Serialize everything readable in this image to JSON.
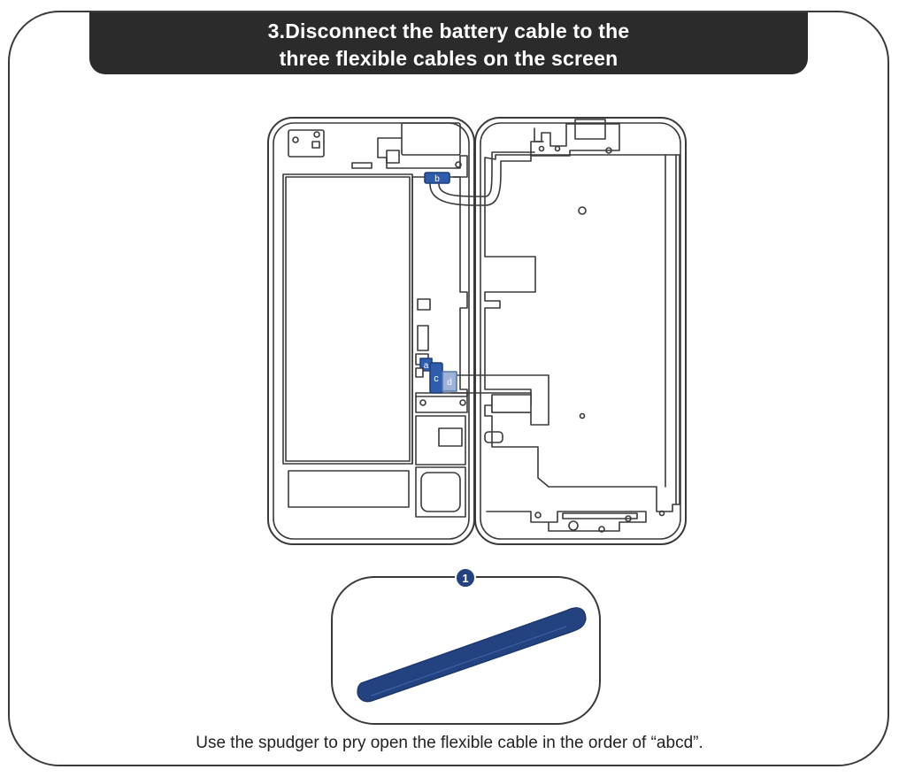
{
  "header": {
    "title_line1": "3.Disconnect the battery cable to the",
    "title_line2": "three flexible cables on the screen"
  },
  "connectors": [
    {
      "letter": "a"
    },
    {
      "letter": "b"
    },
    {
      "letter": "c"
    },
    {
      "letter": "d"
    }
  ],
  "tool": {
    "step_number": "1",
    "name": "spudger",
    "color": "#23427f"
  },
  "caption": "Use the spudger to pry open the flexible cable in the order of “abcd”.",
  "colors": {
    "line": "#3a3a3a",
    "connector_blue": "#2f5dab",
    "connector_light": "#9fb3d8"
  }
}
